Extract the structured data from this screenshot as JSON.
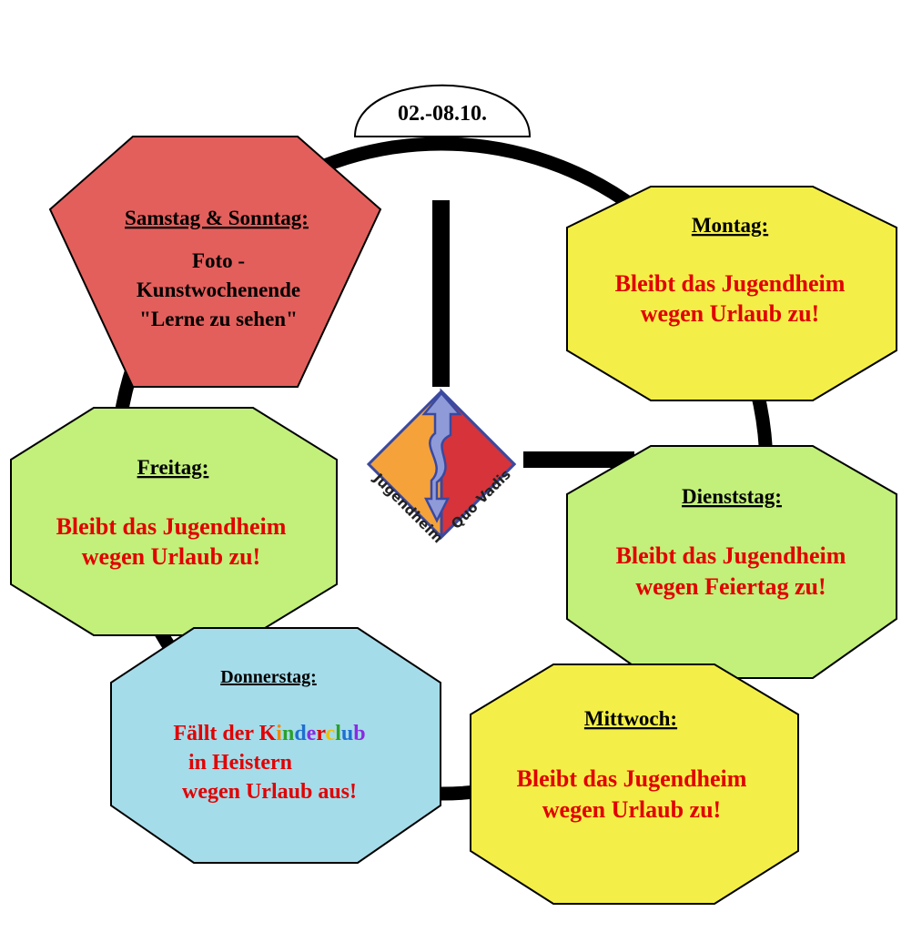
{
  "date_tab": "02.-08.10.",
  "logo": {
    "text_left": "Jugendheim",
    "text_right": "Quo Vadis"
  },
  "colors": {
    "red": "#e35f5c",
    "yellow": "#f4ef48",
    "green": "#c2f07a",
    "blue": "#a5dcea",
    "text_red": "#e10000",
    "text_black": "#000000"
  },
  "days": {
    "weekend": {
      "title": "Samstag & Sonntag:",
      "lines": [
        "Foto -",
        "Kunstwochenende",
        "\"Lerne zu sehen\""
      ]
    },
    "monday": {
      "title": "Montag:",
      "lines": [
        "Bleibt das Jugendheim",
        "wegen Urlaub zu!"
      ]
    },
    "tuesday": {
      "title": "Dienststag:",
      "lines": [
        "Bleibt das Jugendheim",
        "wegen Feiertag zu!"
      ]
    },
    "wednesday": {
      "title": "Mittwoch:",
      "lines": [
        "Bleibt das Jugendheim",
        "wegen Urlaub zu!"
      ]
    },
    "thursday": {
      "title": "Donnerstag:",
      "line1_prefix": "Fällt der ",
      "kinderclub_letters": [
        "K",
        "i",
        "n",
        "d",
        "e",
        "r",
        "c",
        "l",
        "u",
        "b"
      ],
      "kinderclub_colors": [
        "#e10000",
        "#f08a00",
        "#2ba02b",
        "#1f6fd0",
        "#8a2be2",
        "#e10000",
        "#f0c000",
        "#2ba02b",
        "#1f6fd0",
        "#8a2be2"
      ],
      "lines": [
        "in Heistern",
        "wegen Urlaub aus!"
      ]
    },
    "friday": {
      "title": "Freitag:",
      "lines": [
        "Bleibt das Jugendheim",
        "wegen Urlaub zu!"
      ]
    }
  }
}
